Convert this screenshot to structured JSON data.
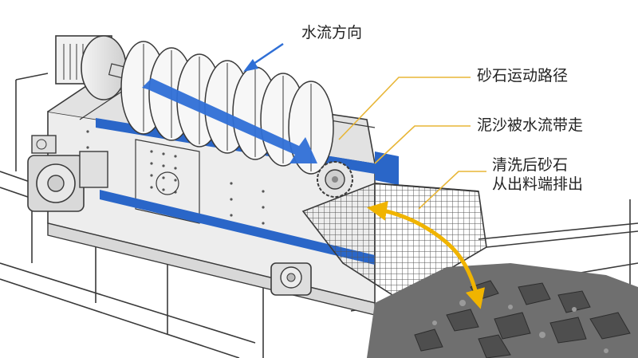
{
  "labels": {
    "water_flow": "水流方向",
    "gravel_path": "砂石运动路径",
    "mud_carried": "泥沙被水流带走",
    "discharge_line1": "清洗后砂石",
    "discharge_line2": "从出料端排出"
  },
  "colors": {
    "flow_arrow": "#2f6fd6",
    "callout_line": "#e8b637",
    "path_arrow": "#f0b400",
    "tank_band": "#2a66c8",
    "line_art": "#3a3a3a"
  },
  "icons": {
    "flow_arrow": "blue-arrow",
    "path_arrow": "double-headed-curved-arrow",
    "impeller": "spiral-blade-wheel",
    "screen": "mesh-screen"
  }
}
